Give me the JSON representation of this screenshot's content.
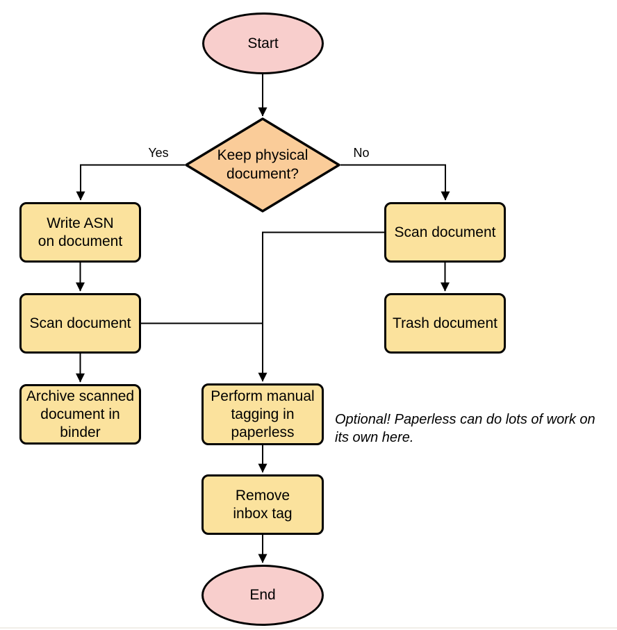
{
  "colors": {
    "canvas_bg": "#ffffff",
    "terminal_fill": "#f8cecc",
    "decision_fill": "#facc99",
    "process_fill": "#fbe29d",
    "shape_stroke": "#000000",
    "edge_stroke": "#000000",
    "bottom_border": "#f1eee8"
  },
  "nodes": {
    "start": {
      "label": "Start"
    },
    "decision": {
      "label": "Keep physical\ndocument?"
    },
    "write_asn": {
      "label": "Write ASN\non document"
    },
    "scan_keep": {
      "label": "Scan document"
    },
    "archive": {
      "label": "Archive scanned\ndocument in\nbinder"
    },
    "scan_discard": {
      "label": "Scan document"
    },
    "trash": {
      "label": "Trash document"
    },
    "tagging": {
      "label": "Perform manual\ntagging in\npaperless"
    },
    "remove_inbox": {
      "label": "Remove\ninbox tag"
    },
    "end": {
      "label": "End"
    }
  },
  "edge_labels": {
    "yes": "Yes",
    "no": "No"
  },
  "note": {
    "text": "Optional! Paperless can do lots of work on\nits own here."
  },
  "edges": [
    {
      "from": "start",
      "to": "decision",
      "label": ""
    },
    {
      "from": "decision",
      "to": "write_asn",
      "label": "Yes"
    },
    {
      "from": "decision",
      "to": "scan_discard",
      "label": "No"
    },
    {
      "from": "write_asn",
      "to": "scan_keep",
      "label": ""
    },
    {
      "from": "scan_keep",
      "to": "archive",
      "label": ""
    },
    {
      "from": "scan_discard",
      "to": "trash",
      "label": ""
    },
    {
      "from": "scan_discard",
      "to": "tagging",
      "label": ""
    },
    {
      "from": "scan_keep",
      "to": "tagging",
      "label": ""
    },
    {
      "from": "tagging",
      "to": "remove_inbox",
      "label": ""
    },
    {
      "from": "remove_inbox",
      "to": "end",
      "label": ""
    }
  ]
}
